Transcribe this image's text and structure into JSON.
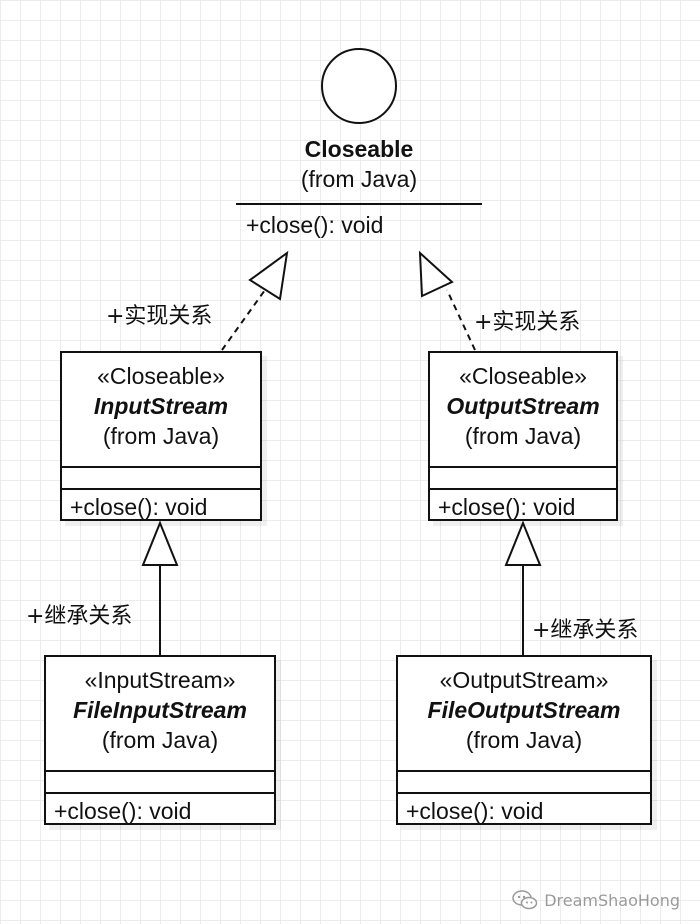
{
  "interface": {
    "name": "Closeable",
    "source": "(from Java)",
    "operation": "+close(): void"
  },
  "classes": {
    "input_stream": {
      "stereotype": "«Closeable»",
      "name": "InputStream",
      "source": "(from Java)",
      "operation": "+close(): void"
    },
    "output_stream": {
      "stereotype": "«Closeable»",
      "name": "OutputStream",
      "source": "(from Java)",
      "operation": "+close(): void"
    },
    "file_input_stream": {
      "stereotype": "«InputStream»",
      "name": "FileInputStream",
      "source": "(from Java)",
      "operation": "+close(): void"
    },
    "file_output_stream": {
      "stereotype": "«OutputStream»",
      "name": "FileOutputStream",
      "source": "(from Java)",
      "operation": "+close(): void"
    }
  },
  "relations": {
    "realization_left": "+实现关系",
    "realization_right": "+实现关系",
    "inheritance_left": "+继承关系",
    "inheritance_right": "+继承关系"
  },
  "watermark": {
    "text": "DreamShaoHong",
    "icon": "wechat-icon"
  }
}
